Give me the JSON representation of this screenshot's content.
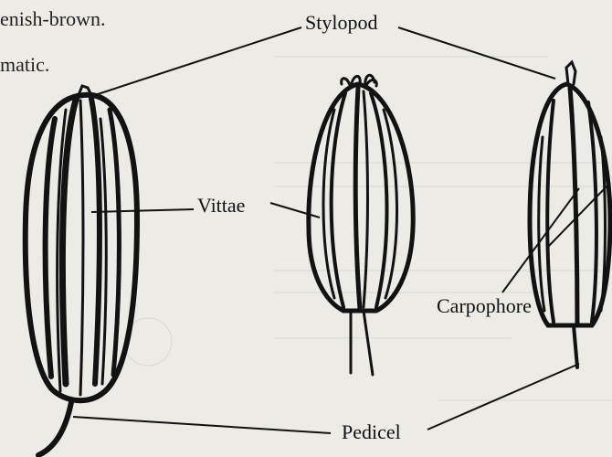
{
  "page_text": {
    "line1": "enish-brown.",
    "line2": "matic."
  },
  "labels": {
    "stylopod": "Stylopod",
    "vittae": "Vittae",
    "carpophore": "Carpophore",
    "pedicel": "Pedicel"
  }
}
